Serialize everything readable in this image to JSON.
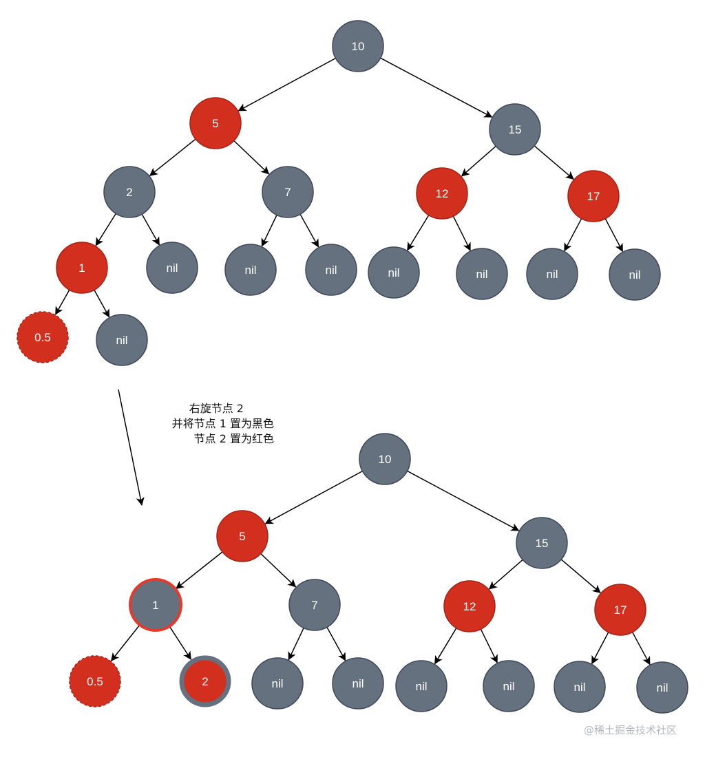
{
  "colors": {
    "black_fill": "#66717f",
    "black_stroke": "#3e4957",
    "red_fill": "#d22f1e",
    "red_stroke": "#a52316",
    "red_ring": "#e8382a",
    "grey_ring": "#66717f"
  },
  "trees": [
    {
      "name": "before",
      "nodes": [
        {
          "id": "a10",
          "label": "10",
          "color": "black",
          "parent": null
        },
        {
          "id": "a5",
          "label": "5",
          "color": "red",
          "parent": "a10"
        },
        {
          "id": "a15",
          "label": "15",
          "color": "black",
          "parent": "a10"
        },
        {
          "id": "a2",
          "label": "2",
          "color": "black",
          "parent": "a5"
        },
        {
          "id": "a7",
          "label": "7",
          "color": "black",
          "parent": "a5"
        },
        {
          "id": "a12",
          "label": "12",
          "color": "red",
          "parent": "a15"
        },
        {
          "id": "a17",
          "label": "17",
          "color": "red",
          "parent": "a15"
        },
        {
          "id": "a1",
          "label": "1",
          "color": "red",
          "parent": "a2"
        },
        {
          "id": "an1",
          "label": "nil",
          "color": "black",
          "parent": "a2"
        },
        {
          "id": "an2",
          "label": "nil",
          "color": "black",
          "parent": "a7"
        },
        {
          "id": "an3",
          "label": "nil",
          "color": "black",
          "parent": "a7"
        },
        {
          "id": "an4",
          "label": "nil",
          "color": "black",
          "parent": "a12"
        },
        {
          "id": "an5",
          "label": "nil",
          "color": "black",
          "parent": "a12"
        },
        {
          "id": "an6",
          "label": "nil",
          "color": "black",
          "parent": "a17"
        },
        {
          "id": "an7",
          "label": "nil",
          "color": "black",
          "parent": "a17"
        },
        {
          "id": "a05",
          "label": "0.5",
          "color": "red",
          "style": "dashed",
          "parent": "a1"
        },
        {
          "id": "an8",
          "label": "nil",
          "color": "black",
          "parent": "a1"
        }
      ]
    },
    {
      "name": "after",
      "nodes": [
        {
          "id": "b10",
          "label": "10",
          "color": "black",
          "parent": null
        },
        {
          "id": "b5",
          "label": "5",
          "color": "red",
          "parent": "b10"
        },
        {
          "id": "b15",
          "label": "15",
          "color": "black",
          "parent": "b10"
        },
        {
          "id": "b1",
          "label": "1",
          "color": "black",
          "style": "red-ring",
          "parent": "b5"
        },
        {
          "id": "b7",
          "label": "7",
          "color": "black",
          "parent": "b5"
        },
        {
          "id": "b12",
          "label": "12",
          "color": "red",
          "parent": "b15"
        },
        {
          "id": "b17",
          "label": "17",
          "color": "red",
          "parent": "b15"
        },
        {
          "id": "b05",
          "label": "0.5",
          "color": "red",
          "style": "dashed",
          "parent": "b1"
        },
        {
          "id": "b2",
          "label": "2",
          "color": "red",
          "style": "grey-ring",
          "parent": "b1"
        },
        {
          "id": "bn1",
          "label": "nil",
          "color": "black",
          "parent": "b7"
        },
        {
          "id": "bn2",
          "label": "nil",
          "color": "black",
          "parent": "b7"
        },
        {
          "id": "bn3",
          "label": "nil",
          "color": "black",
          "parent": "b12"
        },
        {
          "id": "bn4",
          "label": "nil",
          "color": "black",
          "parent": "b12"
        },
        {
          "id": "bn5",
          "label": "nil",
          "color": "black",
          "parent": "b17"
        },
        {
          "id": "bn6",
          "label": "nil",
          "color": "black",
          "parent": "b17"
        }
      ]
    }
  ],
  "caption": {
    "line1": "右旋节点 2",
    "line2": "并将节点 1 置为黑色",
    "line3": "节点 2 置为红色"
  },
  "watermark": "@稀土掘金技术社区"
}
